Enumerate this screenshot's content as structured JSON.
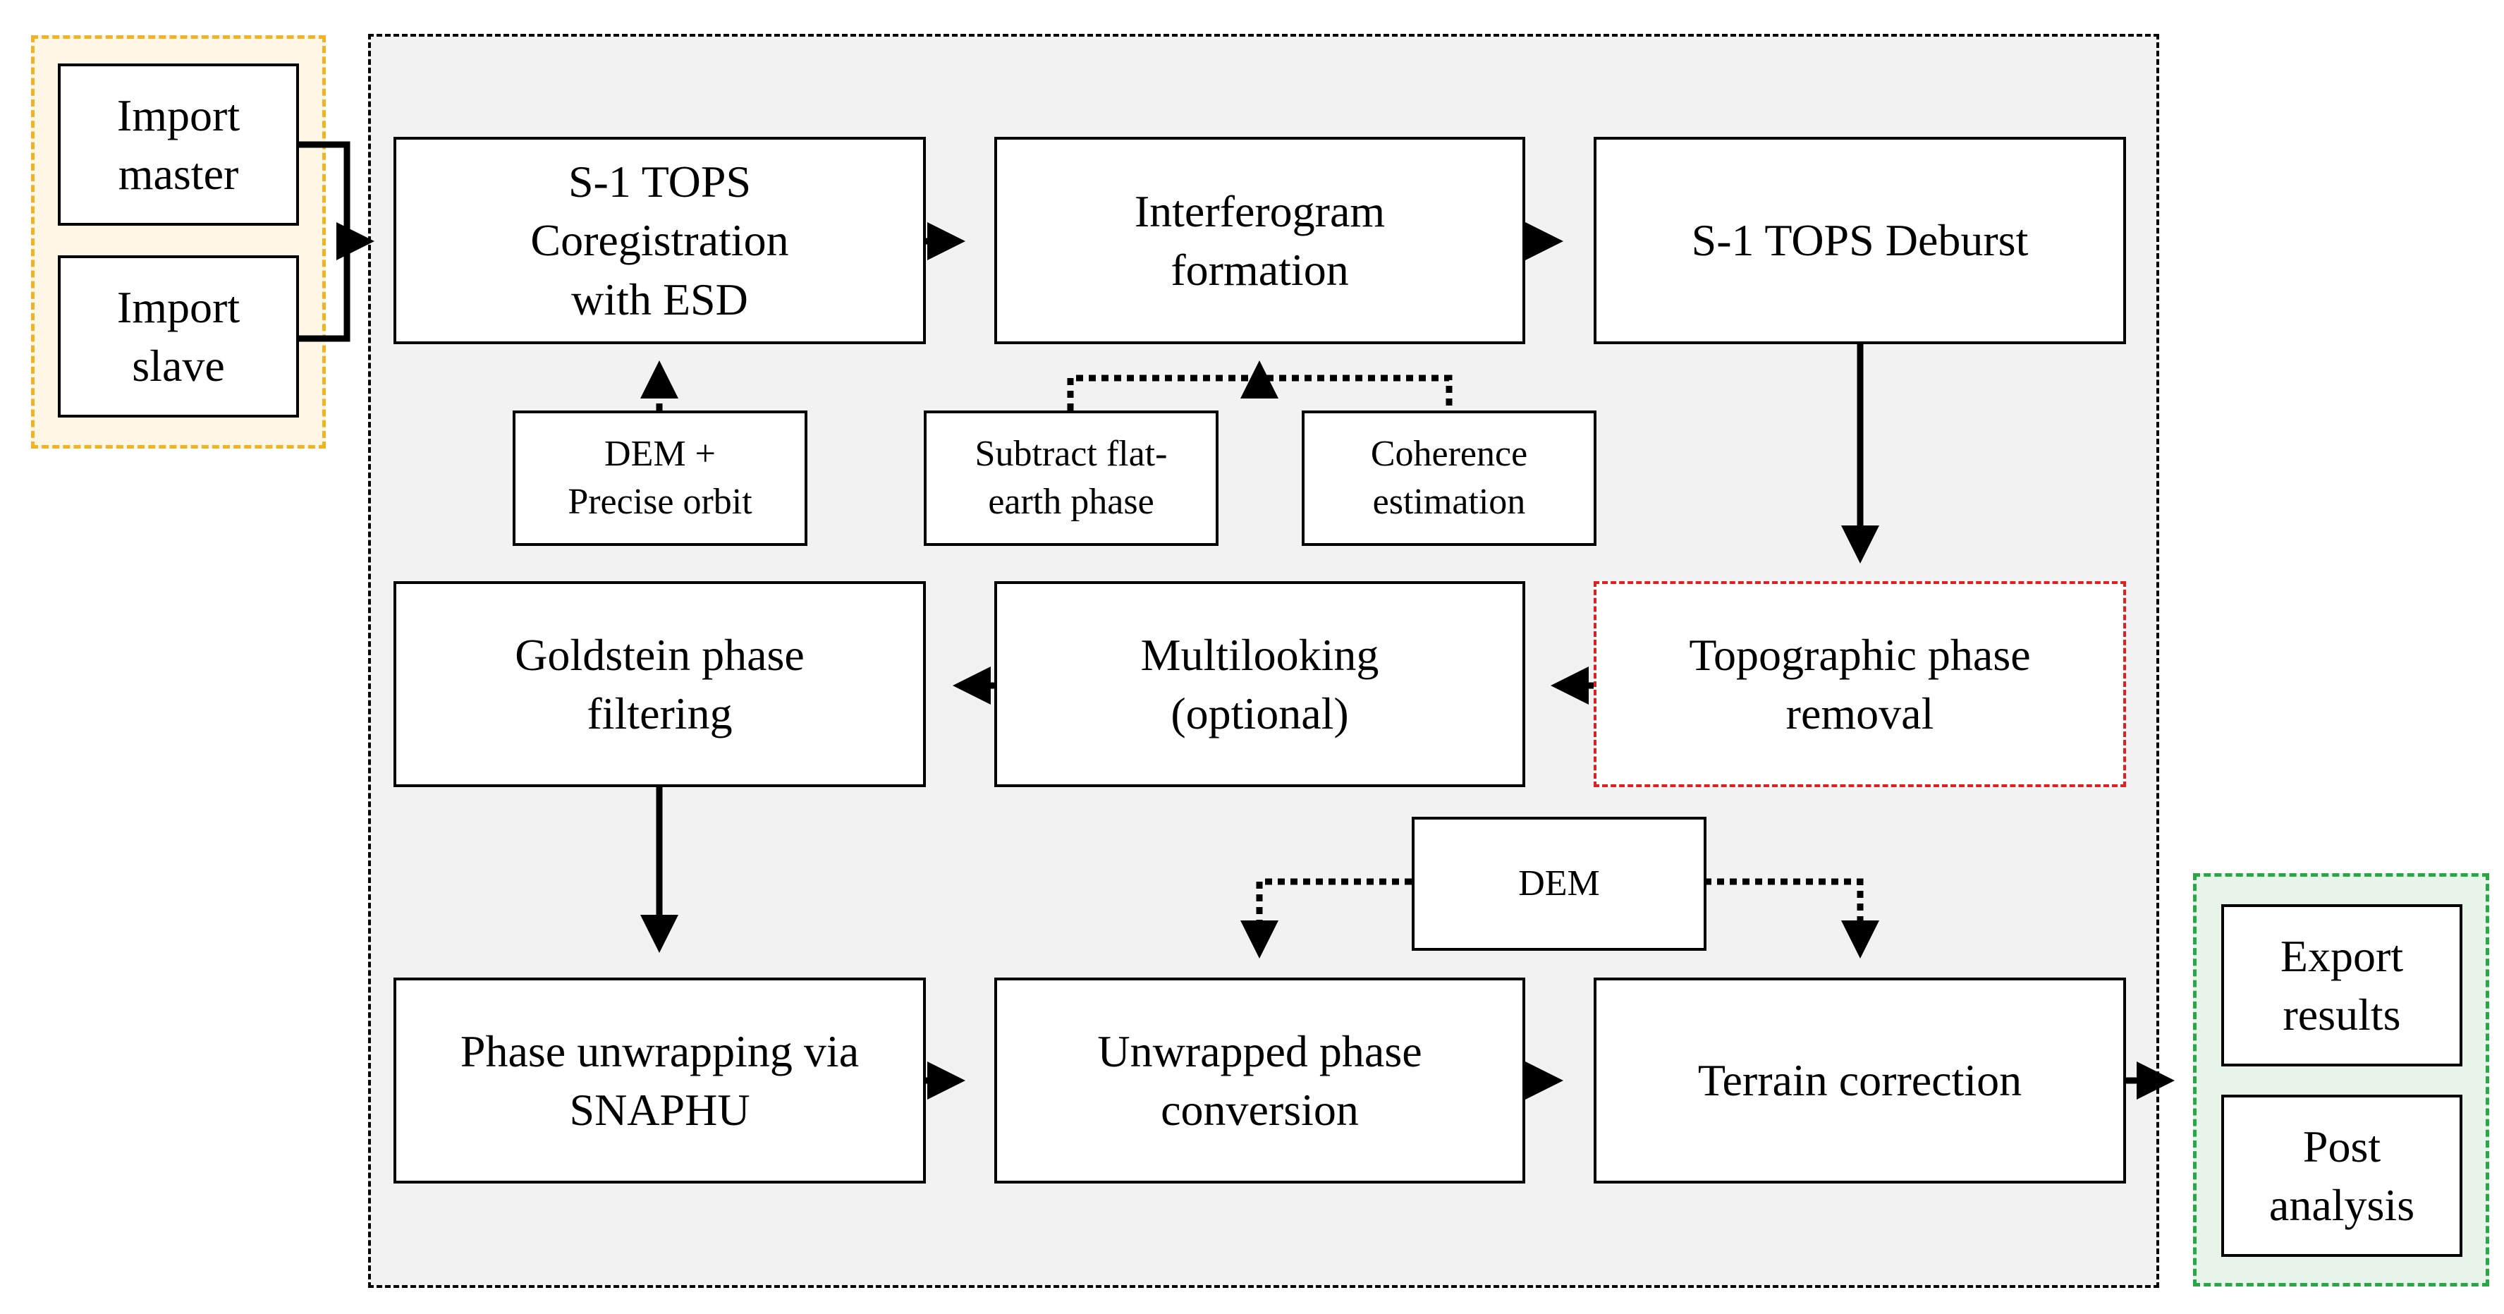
{
  "colors": {
    "import_region_border": "#f0b323",
    "import_region_fill": "#fff6e6",
    "main_region_fill": "#f2f2f2",
    "export_region_border": "#27a844",
    "export_region_fill": "#e6f4ea",
    "highlight_border": "#e02020"
  },
  "inputs": {
    "import_master": "Import\nmaster",
    "import_slave": "Import\nslave"
  },
  "workflow": {
    "coregistration": "S-1 TOPS\nCoregistration\nwith ESD",
    "interferogram": "Interferogram\nformation",
    "deburst": "S-1 TOPS Deburst",
    "dem_orbit": "DEM +\nPrecise orbit",
    "flat_earth": "Subtract flat-\nearth phase",
    "coherence": "Coherence\nestimation",
    "goldstein": "Goldstein phase\nfiltering",
    "multilooking": "Multilooking\n(optional)",
    "topographic": "Topographic phase\nremoval",
    "dem": "DEM",
    "unwrapping": "Phase unwrapping via\nSNAPHU",
    "conversion": "Unwrapped phase\nconversion",
    "terrain": "Terrain correction"
  },
  "outputs": {
    "export": "Export\nresults",
    "post": "Post\nanalysis"
  }
}
